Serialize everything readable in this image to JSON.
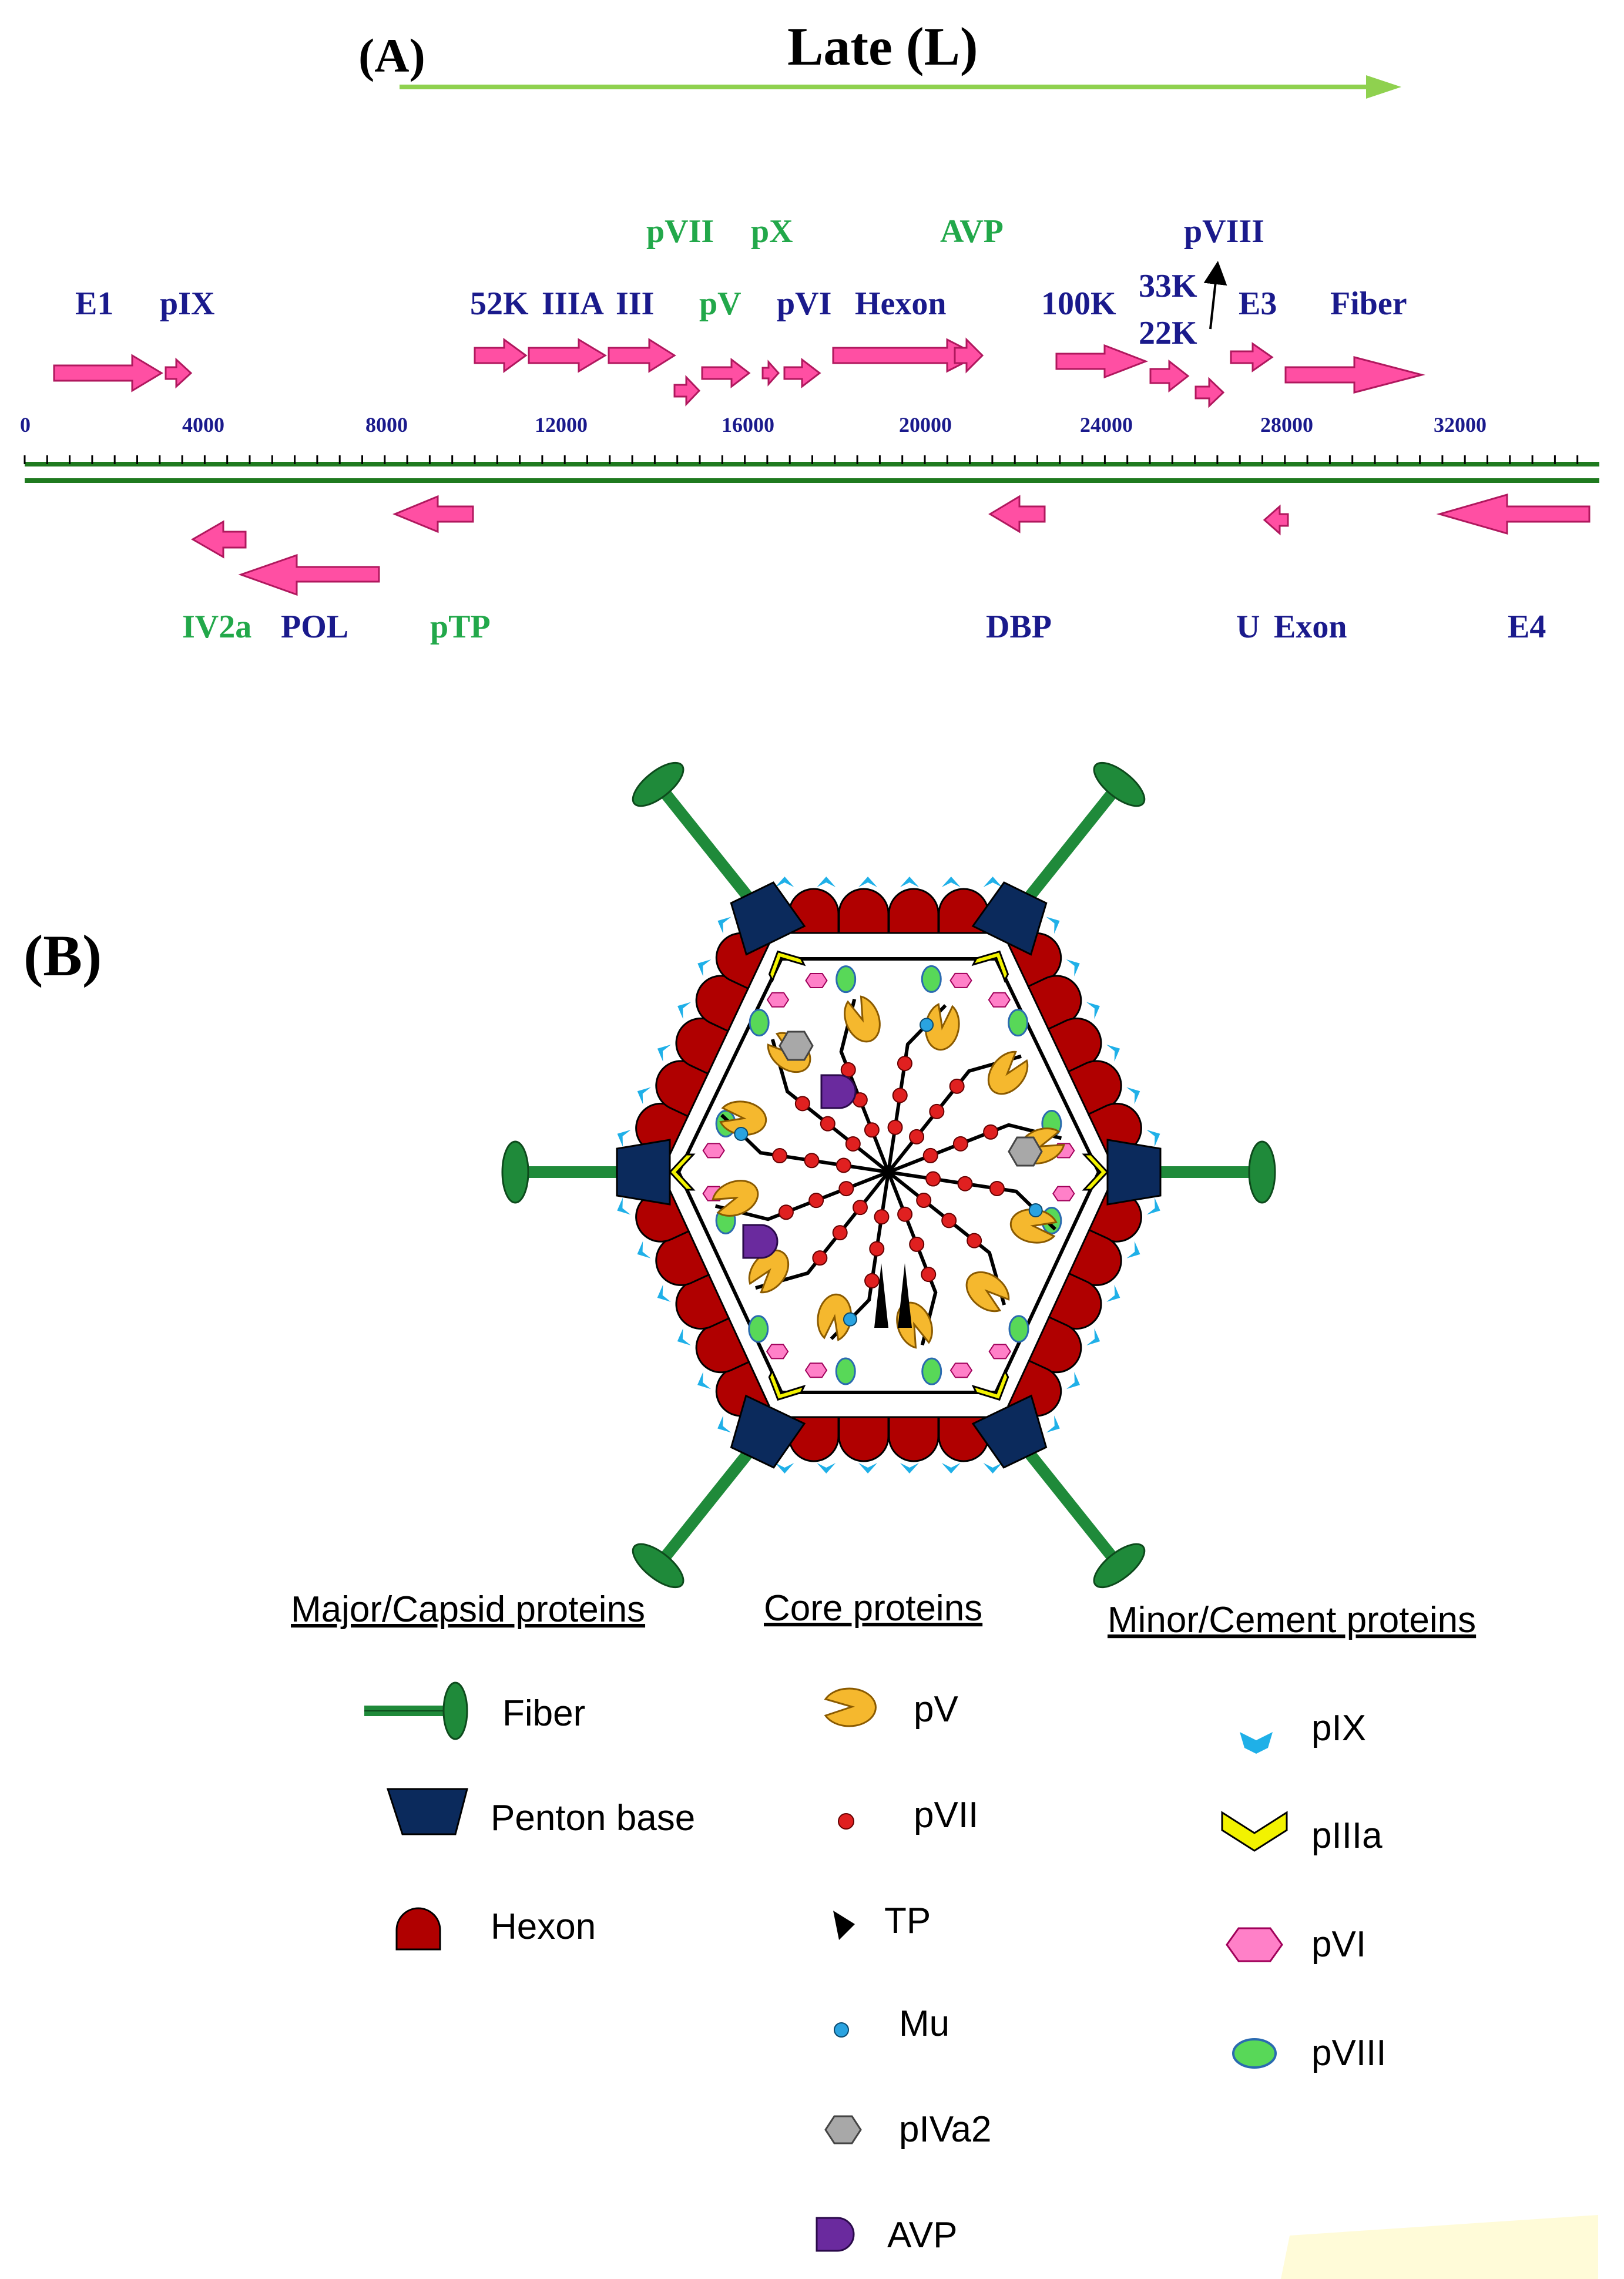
{
  "panel_a": {
    "label": "(A)",
    "late_label": "Late (L)",
    "axis_ticks": [
      "0",
      "4000",
      "8000",
      "12000",
      "16000",
      "20000",
      "24000",
      "28000",
      "32000"
    ],
    "forward_genes": [
      {
        "label": "E1",
        "color": "#1a1a8c"
      },
      {
        "label": "pIX",
        "color": "#1a1a8c"
      },
      {
        "label": "52K",
        "color": "#1a1a8c"
      },
      {
        "label": "IIIA",
        "color": "#1a1a8c"
      },
      {
        "label": "III",
        "color": "#1a1a8c"
      },
      {
        "label": "pVII",
        "color": "#22a84a"
      },
      {
        "label": "pV",
        "color": "#22a84a"
      },
      {
        "label": "pX",
        "color": "#22a84a"
      },
      {
        "label": "pVI",
        "color": "#1a1a8c"
      },
      {
        "label": "Hexon",
        "color": "#1a1a8c"
      },
      {
        "label": "AVP",
        "color": "#22a84a"
      },
      {
        "label": "100K",
        "color": "#1a1a8c"
      },
      {
        "label": "33K",
        "color": "#1a1a8c"
      },
      {
        "label": "22K",
        "color": "#1a1a8c"
      },
      {
        "label": "pVIII",
        "color": "#1a1a8c"
      },
      {
        "label": "E3",
        "color": "#1a1a8c"
      },
      {
        "label": "Fiber",
        "color": "#1a1a8c"
      }
    ],
    "reverse_genes": [
      {
        "label": "IV2a",
        "color": "#22a84a"
      },
      {
        "label": "POL",
        "color": "#1a1a8c"
      },
      {
        "label": "pTP",
        "color": "#22a84a"
      },
      {
        "label": "DBP",
        "color": "#1a1a8c"
      },
      {
        "label": "U",
        "color": "#1a1a8c"
      },
      {
        "label": "Exon",
        "color": "#1a1a8c"
      },
      {
        "label": "E4",
        "color": "#1a1a8c"
      }
    ]
  },
  "panel_b": {
    "label": "(B)",
    "legend": {
      "major": {
        "heading": "Major/Capsid proteins",
        "items": [
          {
            "label": "Fiber",
            "icon": "fiber-icon"
          },
          {
            "label": "Penton base",
            "icon": "penton-base-icon"
          },
          {
            "label": "Hexon",
            "icon": "hexon-icon"
          }
        ]
      },
      "core": {
        "heading": "Core proteins",
        "items": [
          {
            "label": "pV",
            "icon": "pv-icon"
          },
          {
            "label": "pVII",
            "icon": "pvii-icon"
          },
          {
            "label": "TP",
            "icon": "tp-icon"
          },
          {
            "label": "Mu",
            "icon": "mu-icon"
          },
          {
            "label": "pIVa2",
            "icon": "piva2-icon"
          },
          {
            "label": "AVP",
            "icon": "avp-icon"
          }
        ]
      },
      "minor": {
        "heading": "Minor/Cement proteins",
        "items": [
          {
            "label": "pIX",
            "icon": "pix-icon"
          },
          {
            "label": "pIIIa",
            "icon": "piiia-icon"
          },
          {
            "label": "pVI",
            "icon": "pvi-icon"
          },
          {
            "label": "pVIII",
            "icon": "pviii-icon"
          }
        ]
      }
    }
  },
  "colors": {
    "arrow_pink": "#ff4fa3",
    "axis_green": "#1f7a1f",
    "late_green": "#8fd14f",
    "gene_navy": "#1a1a8c",
    "gene_green": "#22a84a",
    "hexon_red": "#b00000",
    "penton_navy": "#0b2a5c",
    "fiber_green": "#1f8a3a",
    "pv_orange": "#f5b82e",
    "pvii_red": "#e02020",
    "mu_blue": "#2aa3e0",
    "piva2_grey": "#a8a8a8",
    "avp_purple": "#6a2a9e",
    "pix_cyan": "#1fb0e8",
    "piiia_yellow": "#f2f200",
    "pvi_pink": "#ff80c8",
    "pviii_green": "#58d858"
  }
}
